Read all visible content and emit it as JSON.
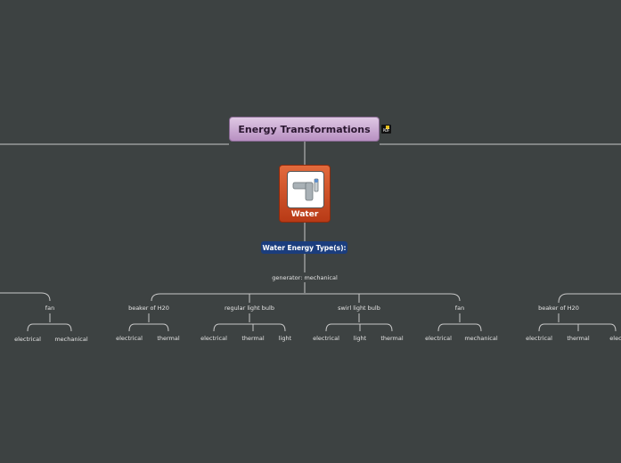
{
  "root": {
    "title": "Energy Transformations",
    "attachment_icon": "pdf-icon"
  },
  "water": {
    "label": "Water",
    "image_icon": "faucet-icon"
  },
  "energy_type": {
    "label": "Water Energy Type(s):"
  },
  "generator": {
    "label": "generator: mechanical"
  },
  "groups": [
    {
      "name": "fan",
      "children": [
        "electrical",
        "mechanical"
      ]
    },
    {
      "name": "beaker of H20",
      "children": [
        "electrical",
        "thermal"
      ]
    },
    {
      "name": "regular light bulb",
      "children": [
        "electrical",
        "thermal",
        "light"
      ]
    },
    {
      "name": "swirl light bulb",
      "children": [
        "electrical",
        "light",
        "thermal"
      ]
    },
    {
      "name": "fan",
      "children": [
        "electrical",
        "mechanical"
      ]
    },
    {
      "name": "beaker of H20",
      "children": [
        "electrical",
        "thermal",
        "elec"
      ]
    }
  ],
  "colors": {
    "background": "#3d4242",
    "connector": "#c8c8c8",
    "root_fill": "#cfaed8",
    "water_fill": "#d4552a",
    "type_fill": "#1b3d7d"
  }
}
